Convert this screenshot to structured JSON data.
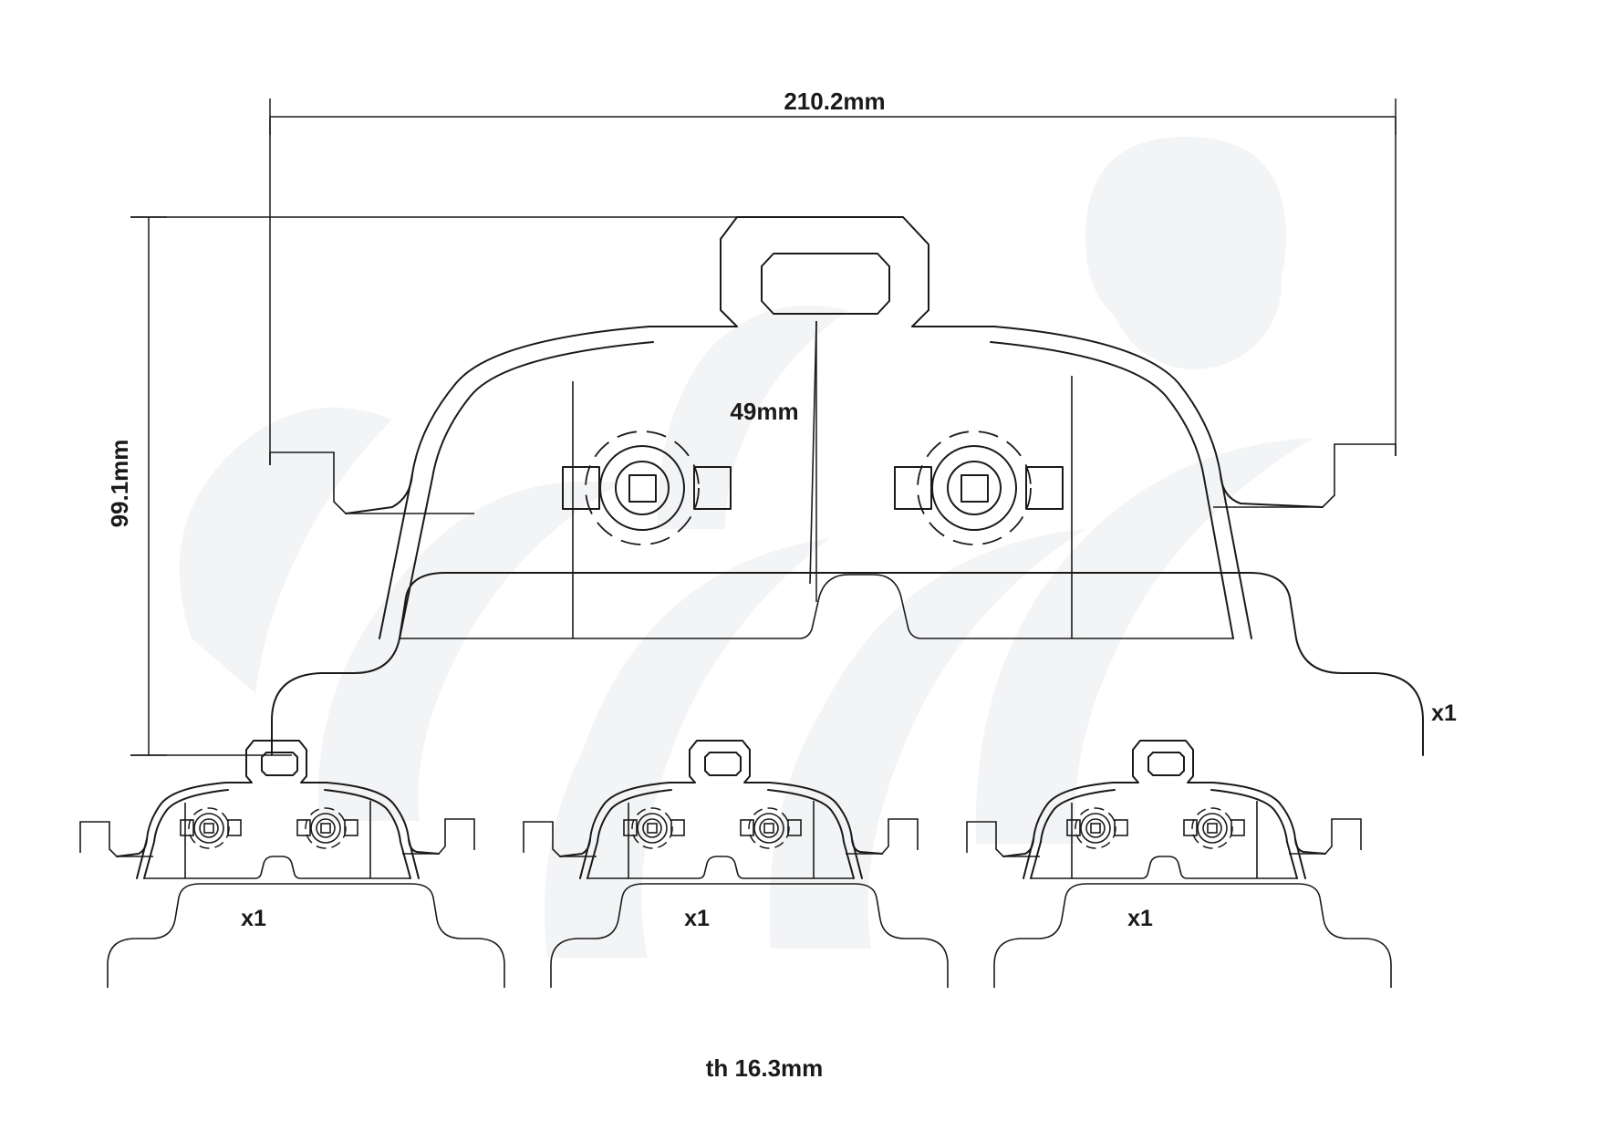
{
  "drawing": {
    "type": "brake-pad-set-technical-drawing",
    "background_color": "#ffffff",
    "line_color": "#1a1a1a",
    "watermark_color": "#f3f4f6"
  },
  "dimensions": {
    "width_label": "210.2mm",
    "height_label": "99.1mm",
    "pad_height_label": "49mm",
    "thickness_label": "th 16.3mm"
  },
  "quantities": {
    "main_pad": "x1",
    "small_pad_1": "x1",
    "small_pad_2": "x1",
    "small_pad_3": "x1"
  },
  "views": [
    {
      "name": "main-front-view",
      "quantity": "x1",
      "features": [
        "top-tab-with-slot",
        "two-rivet-hubs",
        "friction-material-outline",
        "backing-plate",
        "retaining-spring-clip"
      ]
    },
    {
      "name": "small-view-left",
      "quantity": "x1"
    },
    {
      "name": "small-view-center",
      "quantity": "x1"
    },
    {
      "name": "small-view-right",
      "quantity": "x1"
    }
  ]
}
